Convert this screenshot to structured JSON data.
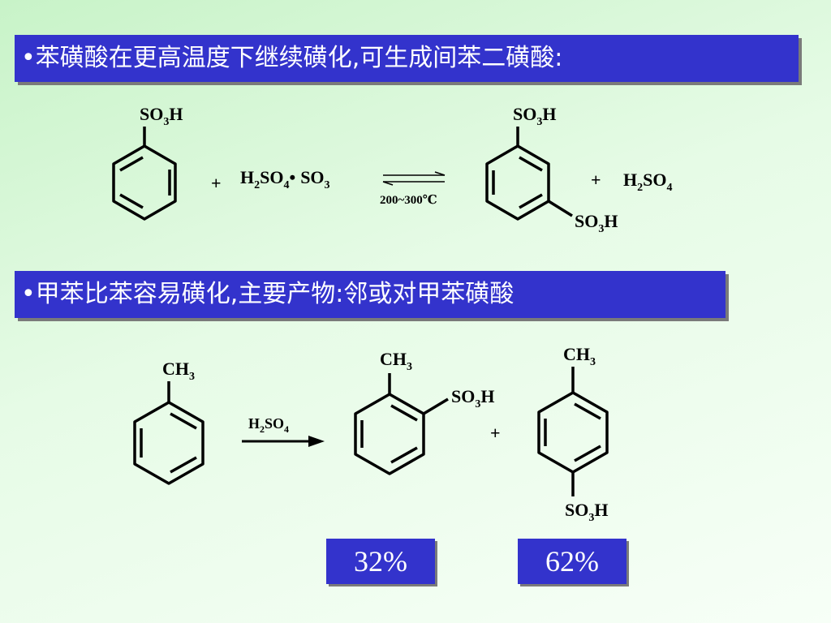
{
  "banners": {
    "top": "•苯磺酸在更高温度下继续磺化,可生成间苯二磺酸:",
    "middle": "•甲苯比苯容易磺化,主要产物:邻或对甲苯磺酸"
  },
  "reaction1": {
    "reactant_group": "SO",
    "reactant_group_sub": "3",
    "reactant_group_tail": "H",
    "plus": "+",
    "reagent_h": "H",
    "reagent_h_sub": "2",
    "reagent_so": "SO",
    "reagent_so_sub": "4",
    "dot": "•",
    "reagent_so3": "SO",
    "reagent_so3_sub": "3",
    "condition": "200~300℃",
    "product_top_group": "SO",
    "product_top_sub": "3",
    "product_top_tail": "H",
    "product_bottom_group": "SO",
    "product_bottom_sub": "3",
    "product_bottom_tail": "H",
    "plus2": "+",
    "byproduct_h": "H",
    "byproduct_h_sub": "2",
    "byproduct_so": "SO",
    "byproduct_so_sub": "4"
  },
  "reaction2": {
    "toluene_group": "CH",
    "toluene_group_sub": "3",
    "reagent_h": "H",
    "reagent_h_sub": "2",
    "reagent_so": "SO",
    "reagent_so_sub": "4",
    "ortho_ch3": "CH",
    "ortho_ch3_sub": "3",
    "ortho_so3h": "SO",
    "ortho_so3h_sub": "3",
    "ortho_so3h_tail": "H",
    "plus": "+",
    "para_ch3": "CH",
    "para_ch3_sub": "3",
    "para_so3h": "SO",
    "para_so3h_sub": "3",
    "para_so3h_tail": "H"
  },
  "yields": {
    "ortho": "32%",
    "para": "62%"
  }
}
